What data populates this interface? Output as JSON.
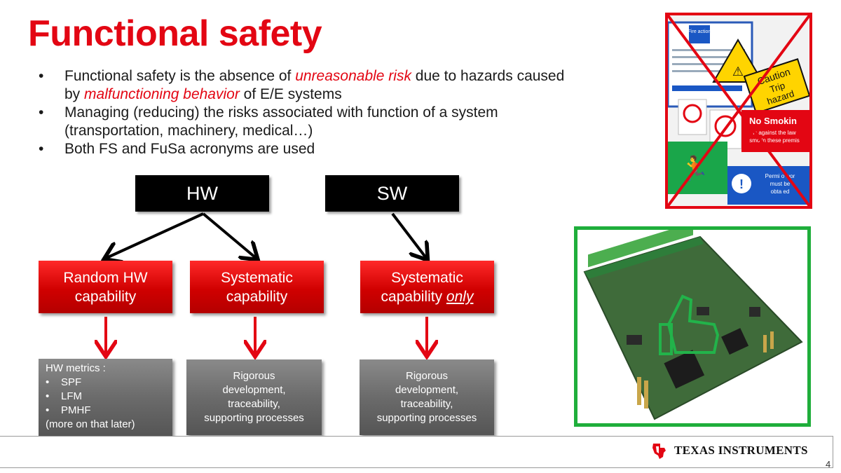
{
  "title": "Functional safety",
  "bullets": [
    {
      "parts": [
        {
          "text": "Functional safety is the absence of ",
          "em": false
        },
        {
          "text": "unreasonable risk",
          "em": true
        },
        {
          "text": " due to hazards caused by ",
          "em": false
        },
        {
          "text": "malfunctioning behavior",
          "em": true
        },
        {
          "text": " of E/E systems",
          "em": false
        }
      ]
    },
    {
      "parts": [
        {
          "text": "Managing (reducing) the risks associated with function of a system (transportation, machinery, medical…)",
          "em": false
        }
      ]
    },
    {
      "parts": [
        {
          "text": "Both FS and FuSa acronyms are used",
          "em": false
        }
      ]
    }
  ],
  "bullet_symbol": "•",
  "diagram": {
    "hw_label": "HW",
    "sw_label": "SW",
    "random_hw": {
      "line1": "Random HW",
      "line2": "capability"
    },
    "systematic": {
      "line1": "Systematic",
      "line2": "capability"
    },
    "systematic_only": {
      "line1": "Systematic",
      "line2a": "capability ",
      "line2b": "only"
    },
    "hw_metrics": {
      "heading": "HW metrics :",
      "items": [
        "SPF",
        "LFM",
        "PMHF"
      ],
      "note": "(more on that later)"
    },
    "rigorous_1": [
      "Rigorous",
      "development,",
      "traceability,",
      "supporting processes"
    ],
    "rigorous_2": [
      "Rigorous",
      "development,",
      "traceability,",
      "supporting processes"
    ]
  },
  "warning_signs": {
    "fire_action": "Fire action",
    "caution": "Caution",
    "trip": "Trip",
    "hazard": "hazard",
    "no_smoking": "No Smokin",
    "smoking_sub1": "is against the law",
    "smoking_sub2": "smo in these premis",
    "permit1": "Permi  o wor",
    "permit2": "must be",
    "permit3": "obta  ed"
  },
  "company": "Texas Instruments",
  "company_display": "TEXAS INSTRUMENTS",
  "page_number": "4",
  "colors": {
    "accent": "#e30613",
    "green_frame": "#1fae3b",
    "red_cross": "#e30613"
  }
}
